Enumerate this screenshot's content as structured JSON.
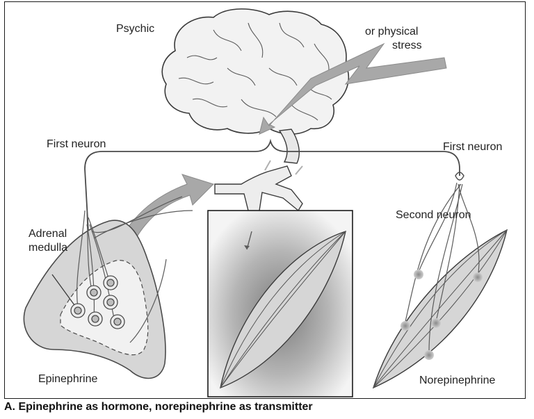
{
  "labels": {
    "psychic": "Psychic",
    "physical_stress_line1": "or physical",
    "physical_stress_line2": "stress",
    "first_neuron_left": "First neuron",
    "first_neuron_right": "First neuron",
    "adrenal_medulla_line1": "Adrenal",
    "adrenal_medulla_line2": "medulla",
    "second_neuron": "Second neuron",
    "epinephrine": "Epinephrine",
    "norepinephrine": "Norepinephrine"
  },
  "caption": "A. Epinephrine as hormone, norepinephrine as transmitter",
  "colors": {
    "tissue_fill": "#d6d6d6",
    "arrow_fill": "#a8a8a8",
    "line": "#4a4a4a",
    "cell_fill": "#ececec",
    "nucleus": "#bdbdbd"
  }
}
